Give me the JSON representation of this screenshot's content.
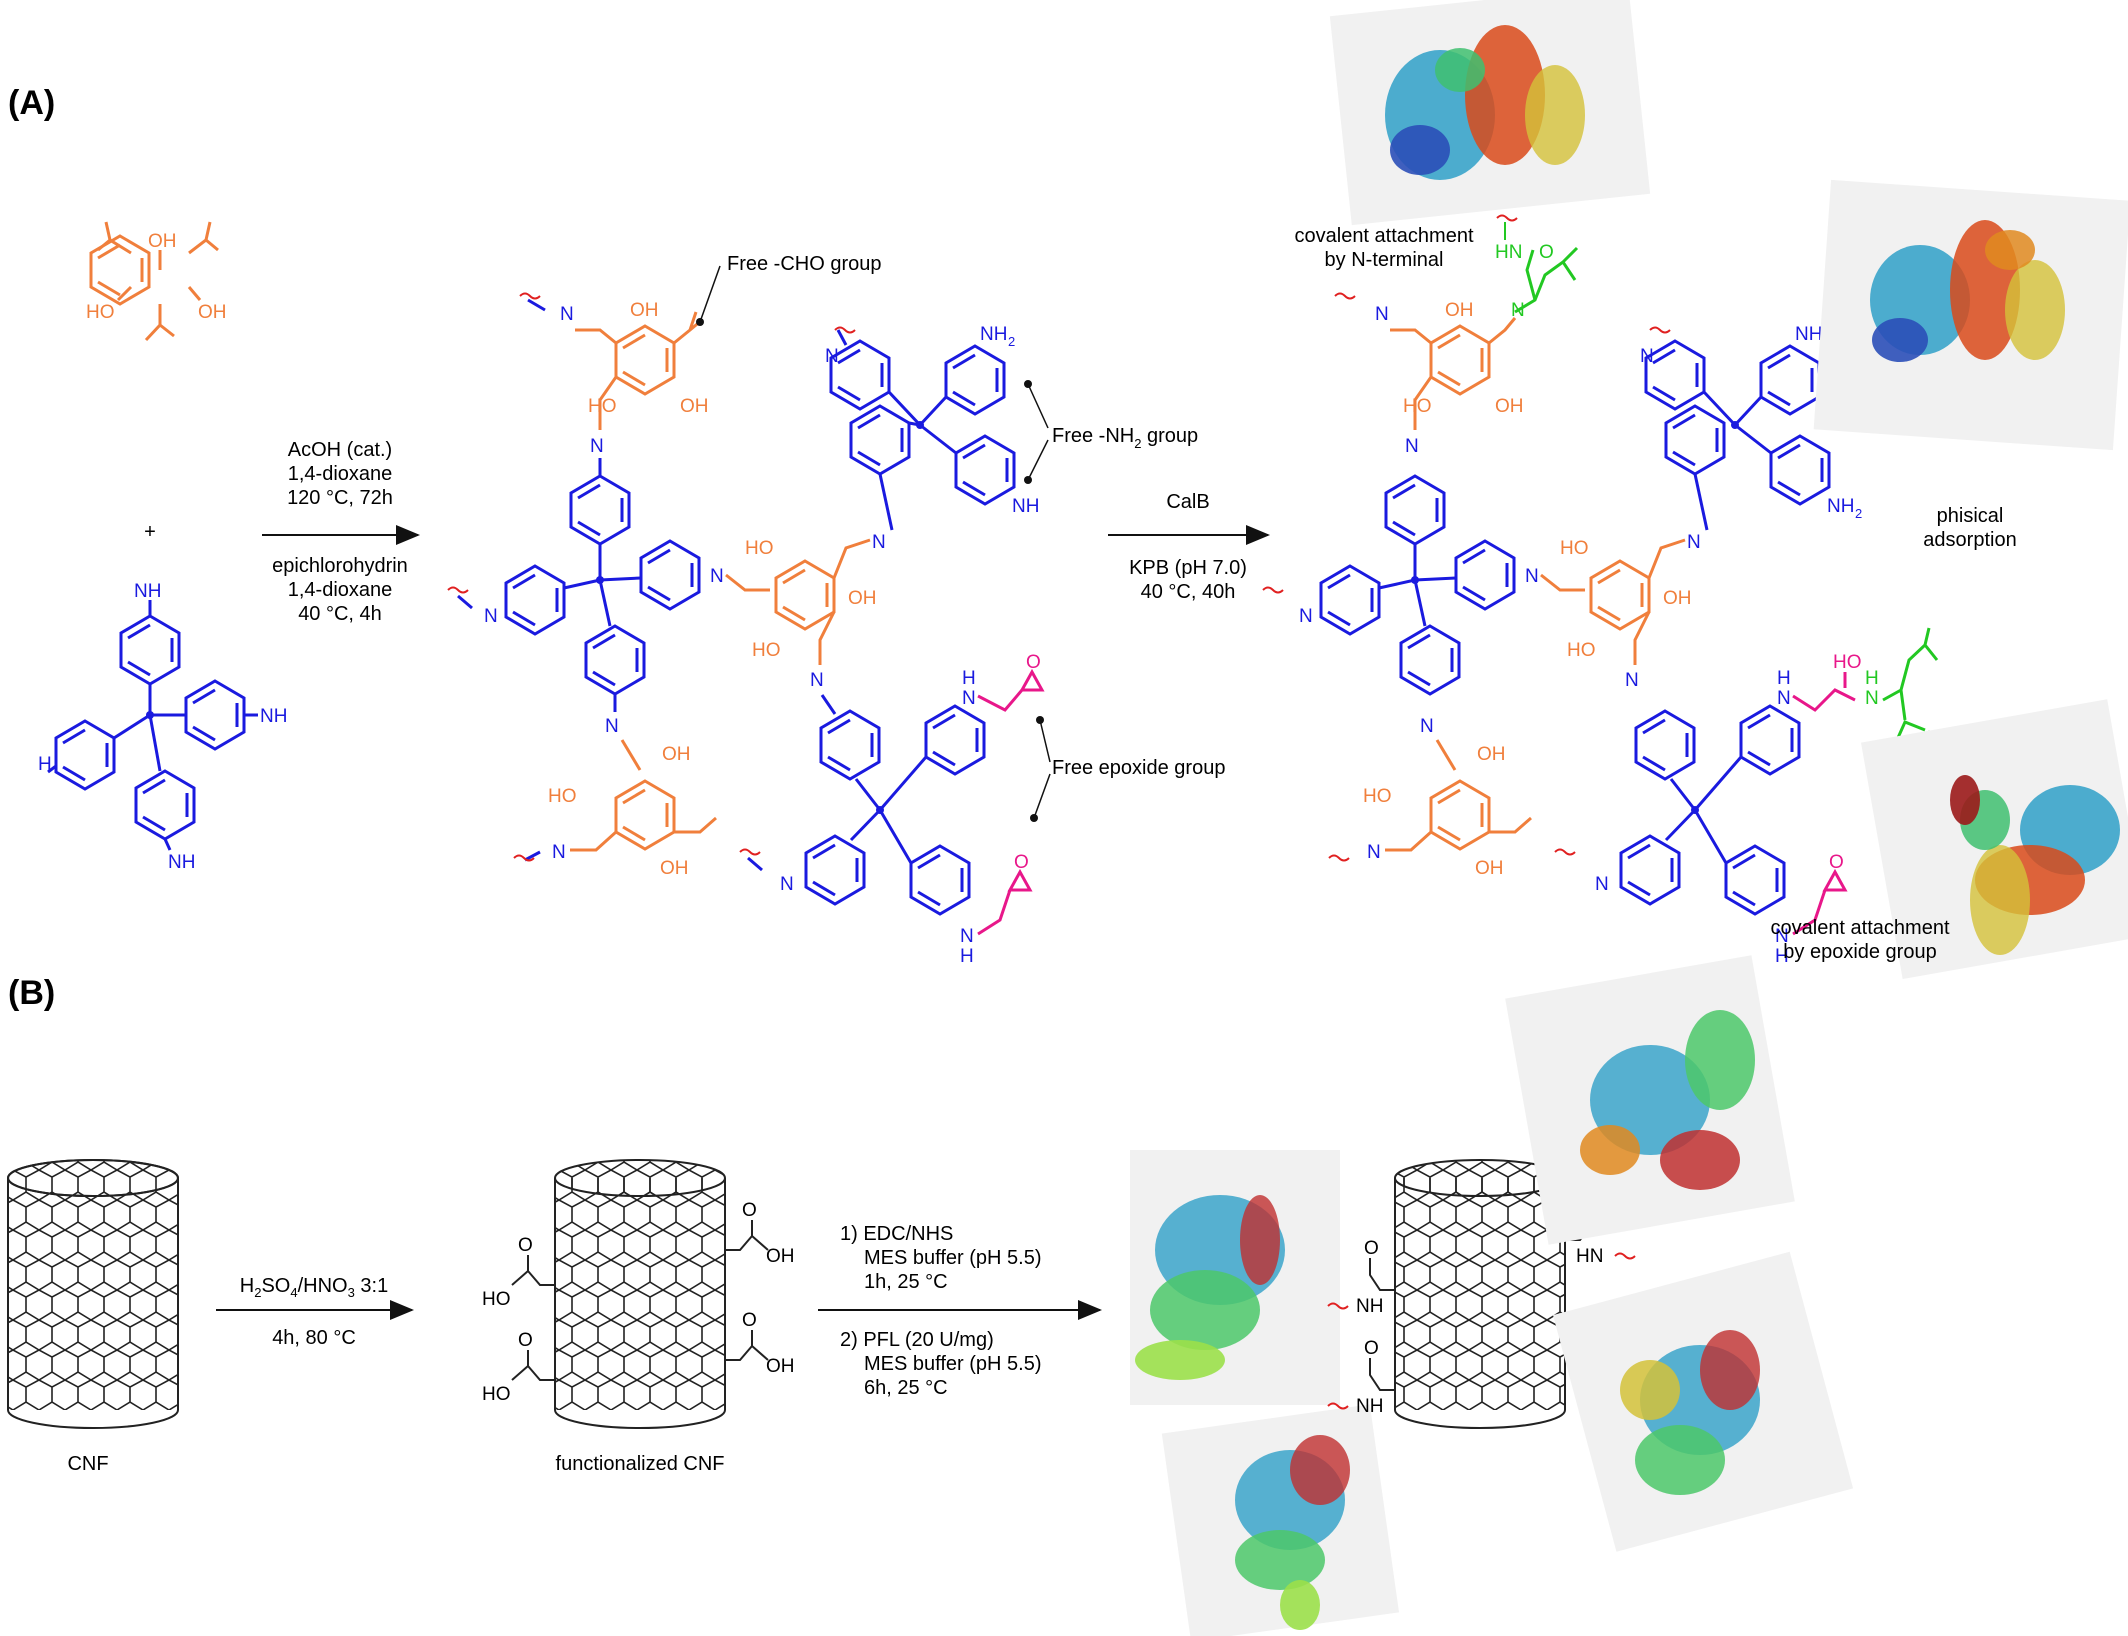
{
  "panels": {
    "a": {
      "label": "(A)"
    },
    "b": {
      "label": "(B)"
    }
  },
  "reaction_a": {
    "plus": "+",
    "step1": {
      "line1": "AcOH (cat.)",
      "line2": "1,4-dioxane",
      "line3": "120 °C, 72h",
      "line4": "epichlorohydrin",
      "line5": "1,4-dioxane",
      "line6": "40 °C, 4h"
    },
    "step2": {
      "line1": "CalB",
      "line2": "KPB (pH 7.0)",
      "line3": "40 °C, 40h"
    },
    "annotations": {
      "cho": "Free -CHO group",
      "nh2": "Free -NH",
      "nh2_sub": "2",
      "nh2_tail": " group",
      "epoxide": "Free epoxide group",
      "nterm1": "covalent attachment",
      "nterm2": "by N-terminal",
      "phys1": "phisical",
      "phys2": "adsorption",
      "epox1": "covalent attachment",
      "epox2": "by epoxide group"
    },
    "atoms": {
      "oh": "OH",
      "ho": "HO",
      "n": "N",
      "nh": "NH",
      "hn": "HN",
      "h": "H",
      "o": "O",
      "nh2": "NH",
      "h2n": "H",
      "sub2": "2",
      "h2n_tail": "N"
    }
  },
  "reaction_b": {
    "step1": {
      "reagent": "H",
      "s1": "2",
      "r2": "SO",
      "s2": "4",
      "r3": "/HNO",
      "s3": "3",
      "r4": " 3:1",
      "line2": "4h, 80 °C"
    },
    "step2": {
      "line1": "1) EDC/NHS",
      "line2": "MES buffer (pH 5.5)",
      "line3": "1h, 25 °C",
      "line4": "2) PFL (20 U/mg)",
      "line5": "MES buffer (pH 5.5)",
      "line6": "6h, 25 °C"
    },
    "labels": {
      "cnf": "CNF",
      "fcnf": "functionalized CNF",
      "oh": "OH",
      "ho": "HO",
      "o": "O",
      "nh": "NH",
      "hn": "HN"
    }
  },
  "colors": {
    "aldehyde_monomer": "#f07f3c",
    "amine_monomer": "#1a1adf",
    "epoxide": "#e8178a",
    "leucine": "#22c822",
    "attachment_wavy": "#e02020",
    "arrow": "#111111"
  }
}
